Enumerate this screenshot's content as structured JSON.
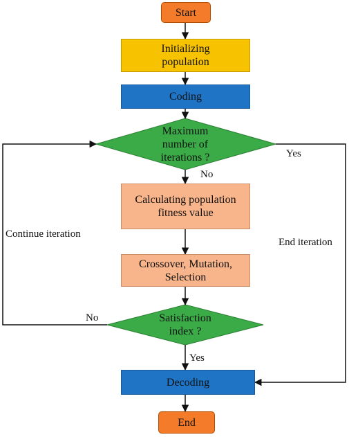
{
  "colors": {
    "terminal": "#f47b2a",
    "init": "#f7c200",
    "process_blue": "#1f74c6",
    "decision": "#3aab47",
    "process_peach": "#f8b48a",
    "line": "#111111"
  },
  "nodes": {
    "start": "Start",
    "initializing": "Initializing population",
    "coding": "Coding",
    "max_iterations": "Maximum number of iterations ?",
    "fitness": "Calculating population fitness value",
    "crossover": "Crossover, Mutation, Selection",
    "satisfaction": "Satisfaction index ?",
    "decoding": "Decoding",
    "end": "End"
  },
  "edge_labels": {
    "max_no": "No",
    "max_yes": "Yes",
    "sat_no": "No",
    "sat_yes": "Yes",
    "continue_iteration": "Continue iteration",
    "end_iteration": "End iteration"
  }
}
